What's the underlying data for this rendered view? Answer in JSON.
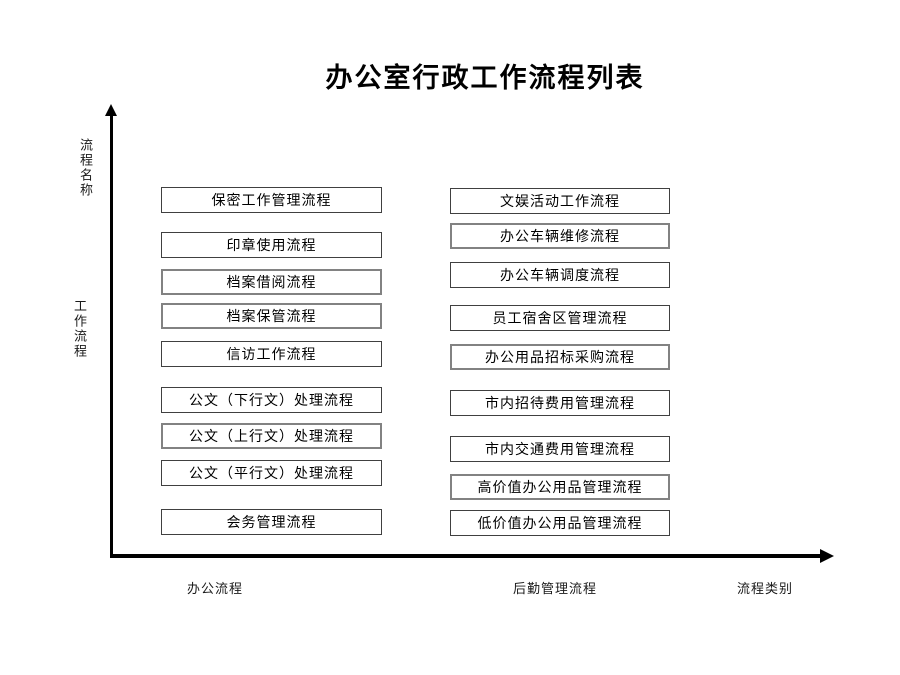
{
  "slide": {
    "title": "办公室行政工作流程列表"
  },
  "y_axis": {
    "top_label": "流程名称",
    "middle_label": "工作流程"
  },
  "x_axis": {
    "axis_title": "流程类别",
    "categories": [
      "办公流程",
      "后勤管理流程",
      "流程类别"
    ]
  },
  "columns": [
    {
      "category": "办公流程",
      "items": [
        "保密工作管理流程",
        "印章使用流程",
        "档案借阅流程",
        "档案保管流程",
        "信访工作流程",
        "公文（下行文）处理流程",
        "公文（上行文）处理流程",
        "公文（平行文）处理流程",
        "会务管理流程"
      ]
    },
    {
      "category": "后勤管理流程",
      "items": [
        "文娱活动工作流程",
        "办公车辆维修流程",
        "办公车辆调度流程",
        "员工宿舍区管理流程",
        "办公用品招标采购流程",
        "市内招待费用管理流程",
        "市内交通费用管理流程",
        "高价值办公用品管理流程",
        "低价值办公用品管理流程"
      ]
    }
  ],
  "colors": {
    "background": "#ffffff",
    "axis": "#000000",
    "box_border": "#404040",
    "box_border_thick": "#828282",
    "text": "#000000"
  }
}
